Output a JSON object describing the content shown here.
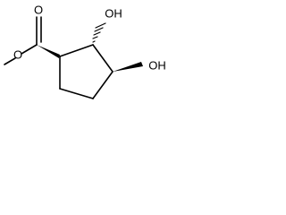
{
  "structure": {
    "atoms": {
      "carbonyl_oxygen": "O",
      "ester_oxygen": "O",
      "hydroxyl_2": "OH",
      "hydroxyl_3": "OH"
    },
    "bonds": {
      "c1_stereo": "wedge",
      "c2_stereo": "hash",
      "c3_stereo": "wedge"
    },
    "colors": {
      "ink": "#000000",
      "background": "#ffffff"
    }
  }
}
